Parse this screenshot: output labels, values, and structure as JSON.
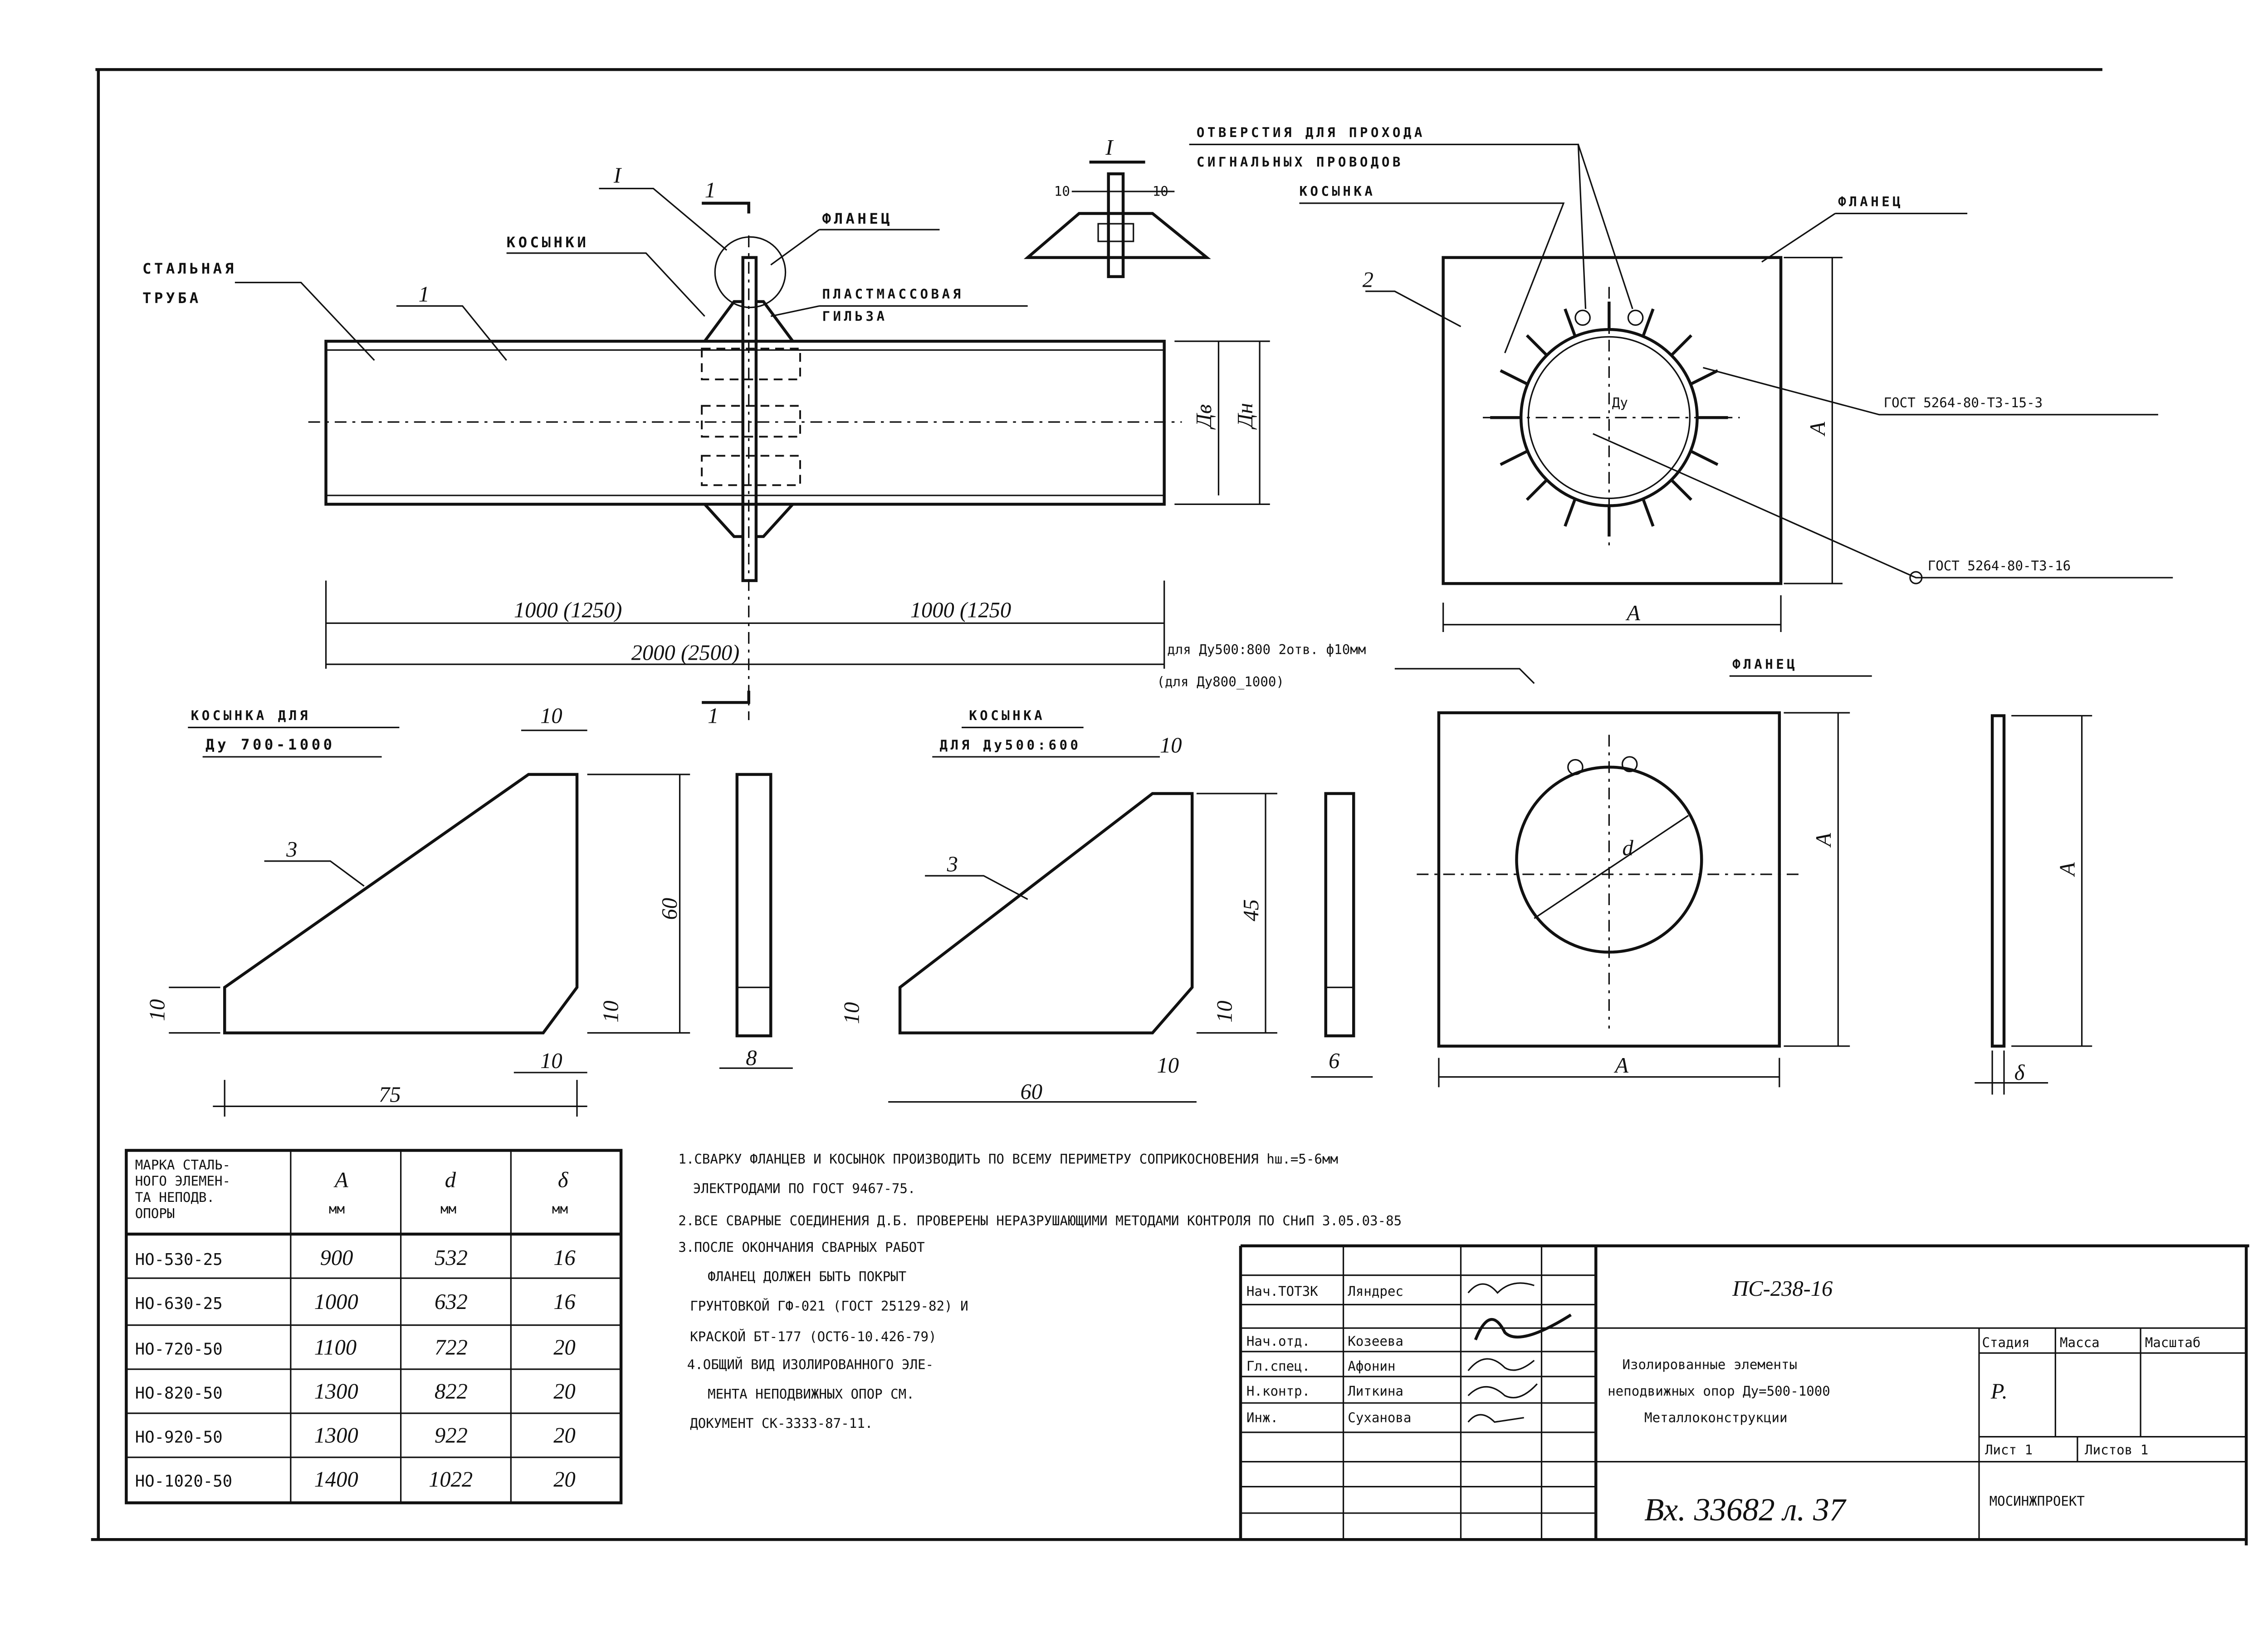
{
  "main_view": {
    "pipe_label": [
      "СТАЛЬНАЯ",
      "ТРУБА"
    ],
    "pos1": "1",
    "section_mark": "I",
    "cut_mark": "1",
    "gussets_label": "КОСЫНКИ",
    "flange_label": "ФЛАНЕЦ",
    "sleeve_label": [
      "ПЛАСТМАССОВАЯ",
      "ГИЛЬЗА"
    ],
    "dim_dn": "Дн",
    "dim_di": "Дв",
    "dim_half_left": "1000 (1250)",
    "dim_half_right": "1000 (1250",
    "dim_total": "2000 (2500)",
    "holes_note_1": "для Ду500:800  2отв. ф10мм",
    "holes_note_2": "(для Ду800_1000)"
  },
  "detail_I": {
    "title": "I",
    "dim_left": "10",
    "dim_right": "10"
  },
  "end_view": {
    "holes_label": [
      "ОТВЕРСТИЯ ДЛЯ ПРОХОДА",
      "СИГНАЛЬНЫХ ПРОВОДОВ"
    ],
    "gusset_label": "КОСЫНКА",
    "flange_label": "ФЛАНЕЦ",
    "pos2": "2",
    "dy_label": "Ду",
    "weld1": "ГОСТ 5264-80-Т3-15-3",
    "weld2": "ГОСТ 5264-80-Т3-16",
    "dim_a_h": "А",
    "dim_a_v": "А"
  },
  "flange_view": {
    "title": "ФЛАНЕЦ",
    "d_label": "d",
    "dim_a_h": "А",
    "dim_a_v": "А",
    "side_a": "А",
    "side_delta": "δ"
  },
  "gusset1": {
    "title": [
      "КОСЫНКА ДЛЯ",
      "Ду 700-1000"
    ],
    "pos": "3",
    "dim_top": "10",
    "dim_h": "60",
    "dim_left": "10",
    "dim_right": "10",
    "dim_bottom": "10",
    "dim_w": "75",
    "dim_t": "8"
  },
  "gusset2": {
    "title": [
      "КОСЫНКА",
      "ДЛЯ Ду500:600"
    ],
    "pos": "3",
    "dim_top": "10",
    "dim_h": "45",
    "dim_left": "10",
    "dim_right": "10",
    "dim_bottom": "10",
    "dim_w": "60",
    "dim_t": "6"
  },
  "table": {
    "headers": [
      [
        "МАРКА СТАЛЬ-",
        "НОГО ЭЛЕМЕН-",
        "ТА НЕПОДВ.",
        "ОПОРЫ"
      ],
      [
        "А",
        "мм"
      ],
      [
        "d",
        "мм"
      ],
      [
        "δ",
        "мм"
      ]
    ],
    "rows": [
      [
        "НО-530-25",
        "900",
        "532",
        "16"
      ],
      [
        "НО-630-25",
        "1000",
        "632",
        "16"
      ],
      [
        "НО-720-50",
        "1100",
        "722",
        "20"
      ],
      [
        "НО-820-50",
        "1300",
        "822",
        "20"
      ],
      [
        "НО-920-50",
        "1300",
        "922",
        "20"
      ],
      [
        "НО-1020-50",
        "1400",
        "1022",
        "20"
      ]
    ]
  },
  "notes": [
    "1.СВАРКУ ФЛАНЦЕВ И КОСЫНОК ПРОИЗВОДИТЬ ПО ВСЕМУ ПЕРИМЕТРУ СОПРИКОСНОВЕНИЯ  hш.=5-6мм",
    "ЭЛЕКТРОДАМИ ПО ГОСТ 9467-75.",
    "2.ВСЕ СВАРНЫЕ СОЕДИНЕНИЯ Д.Б. ПРОВЕРЕНЫ НЕРАЗРУШАЮЩИМИ МЕТОДАМИ КОНТРОЛЯ  ПО СНиП 3.05.03-85",
    "3.ПОСЛЕ ОКОНЧАНИЯ СВАРНЫХ РАБОТ",
    "ФЛАНЕЦ ДОЛЖЕН БЫТЬ ПОКРЫТ",
    "ГРУНТОВКОЙ ГФ-021 (ГОСТ 25129-82) И",
    "КРАСКОЙ БТ-177 (ОСТ6-10.426-79)",
    "4.ОБЩИЙ ВИД ИЗОЛИРОВАННОГО ЭЛЕ-",
    "МЕНТА НЕПОДВИЖНЫХ ОПОР СМ.",
    "ДОКУМЕНТ  СК-3333-87-11."
  ],
  "title_block": {
    "doc_code": "ПС-238-16",
    "people": [
      {
        "role": "Нач.ТОТЗК",
        "name": "Ляндрес"
      },
      {
        "role": "Нач.отд.",
        "name": "Козеева"
      },
      {
        "role": "Гл.спец.",
        "name": "Афонин"
      },
      {
        "role": "Н.контр.",
        "name": "Литкина"
      },
      {
        "role": "Инж.",
        "name": "Суханова"
      }
    ],
    "title": [
      "Изолированные элементы",
      "неподвижных опор Ду=500-1000",
      "Металлоконструкции"
    ],
    "stage_header": "Стадия",
    "mass_header": "Масса",
    "scale_header": "Масштаб",
    "stage_value": "Р.",
    "sheet": "Лист 1",
    "sheets": "Листов 1",
    "org": "МОСИНЖПРОЕКТ",
    "inv_number": "Вх. 33682 л. 37"
  }
}
